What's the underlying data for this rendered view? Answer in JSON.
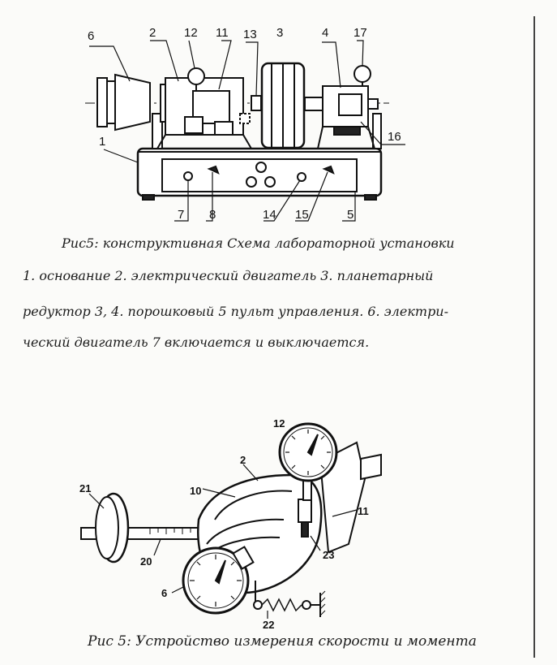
{
  "figure1": {
    "callouts": {
      "c6": "6",
      "c2": "2",
      "c12": "12",
      "c11": "11",
      "c13": "13",
      "c3": "3",
      "c4": "4",
      "c17": "17",
      "c1": "1",
      "c16": "16",
      "c7": "7",
      "c8": "8",
      "c14": "14",
      "c15": "15",
      "c5": "5"
    },
    "caption_lines": [
      "Рис5: конструктивная Схема лабораторной установки",
      "1. основание 2. электрический двигатель 3. планетарный",
      "редуктор 3, 4. порошковый 5 пульт управления. 6. электри-",
      "ческий двигатель 7 включается и выключается."
    ]
  },
  "figure2": {
    "callouts": {
      "c12": "12",
      "c2": "2",
      "c10": "10",
      "c21": "21",
      "c11": "11",
      "c20": "20",
      "c23": "23",
      "c6": "6",
      "c22": "22"
    },
    "caption_lines": [
      "Рис 5: Устройство измерения скорости и момента"
    ]
  }
}
